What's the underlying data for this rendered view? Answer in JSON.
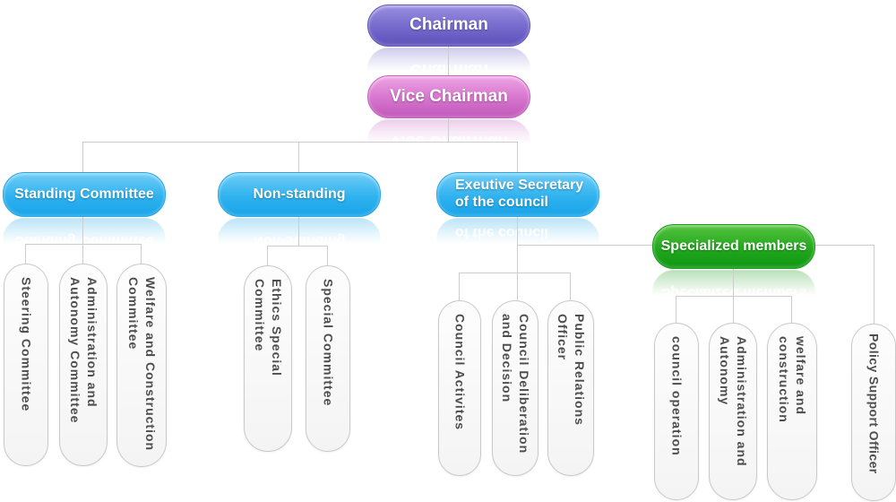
{
  "chart_type": "organization-chart",
  "palette": {
    "chairman_purple_top": "#9a8fe0",
    "chairman_purple_bottom": "#5c50bb",
    "vice_pink_top": "#eda3e3",
    "vice_pink_bottom": "#c157ba",
    "branch_blue_top": "#6fcdf6",
    "branch_blue_bottom": "#18a3e8",
    "specialized_green_top": "#55c23e",
    "specialized_green_bottom": "#0f9712",
    "leaf_fill": "#fbfbfb",
    "leaf_border": "#c9c9c9",
    "leaf_text": "#4d4d4d",
    "connector": "#cccccc",
    "header_text": "#ffffff"
  },
  "nodes": {
    "chairman": {
      "label": "Chairman"
    },
    "vice_chairman": {
      "label": "Vice Chairman"
    },
    "standing": {
      "label": "Standing Committee"
    },
    "non_standing": {
      "label": "Non-standing"
    },
    "executive_secretary": {
      "label": "Exeutive Secretary\nof the council"
    },
    "specialized": {
      "label": "Specialized members"
    },
    "steering": {
      "label": "Steering Committee"
    },
    "admin_autonomy_committee": {
      "label": "Administration and\nAutonomy Committee"
    },
    "welfare_construction_committee": {
      "label": "Welfare and Construction\nCommittee"
    },
    "ethics_special": {
      "label": "Ethics Special\nCommittee"
    },
    "special_committee": {
      "label": "Special Committee"
    },
    "council_activities": {
      "label": "Council Activites"
    },
    "council_deliberation": {
      "label": "Council Deliberation\nand Decision"
    },
    "public_relations": {
      "label": "Public Relations\nOfficer"
    },
    "council_operation": {
      "label": "council operation"
    },
    "admin_autonomy": {
      "label": "Administration and\nAutonomy"
    },
    "welfare_construction": {
      "label": "welfare and\nconstruction"
    },
    "policy_support": {
      "label": "Policy Support Officer"
    }
  },
  "hierarchy": {
    "Chairman": {
      "Vice Chairman": {
        "Standing Committee": [
          "Steering Committee",
          "Administration and Autonomy Committee",
          "Welfare and Construction Committee"
        ],
        "Non-standing": [
          "Ethics Special Committee",
          "Special Committee"
        ],
        "Exeutive Secretary of the council": {
          "direct": [
            "Council Activites",
            "Council Deliberation and Decision",
            "Public Relations Officer"
          ],
          "Specialized members": [
            "council operation",
            "Administration and Autonomy",
            "welfare and construction"
          ],
          "other": [
            "Policy Support Officer"
          ]
        }
      }
    }
  }
}
